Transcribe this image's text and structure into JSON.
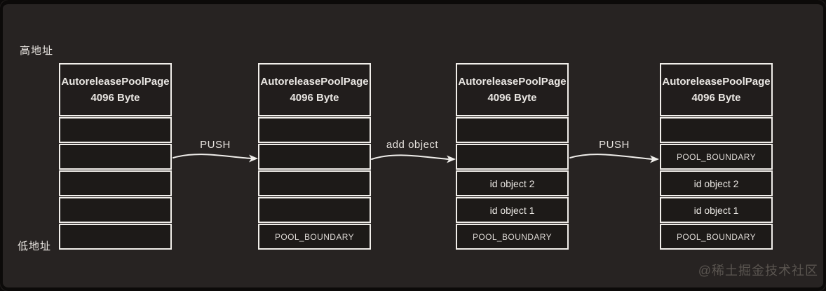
{
  "page": {
    "high_address_label": "高地址",
    "low_address_label": "低地址",
    "watermark": "@稀土掘金技术社区"
  },
  "colors": {
    "background": "#272322",
    "frame": "#0c0a09",
    "cell_fill": "#1d1a18",
    "cell_border": "#f1eeea",
    "text": "#e9e6e2",
    "watermark_text": "#5a5550"
  },
  "boxes": [
    {
      "title_line1": "AutoreleasePoolPage",
      "title_line2": "4096 Byte",
      "rows": [
        "",
        "",
        "",
        "",
        ""
      ]
    },
    {
      "title_line1": "AutoreleasePoolPage",
      "title_line2": "4096 Byte",
      "rows": [
        "",
        "",
        "",
        "",
        "POOL_BOUNDARY"
      ]
    },
    {
      "title_line1": "AutoreleasePoolPage",
      "title_line2": "4096 Byte",
      "rows": [
        "",
        "",
        "id object 2",
        "id object 1",
        "POOL_BOUNDARY"
      ]
    },
    {
      "title_line1": "AutoreleasePoolPage",
      "title_line2": "4096 Byte",
      "rows": [
        "",
        "POOL_BOUNDARY",
        "id object 2",
        "id object 1",
        "POOL_BOUNDARY"
      ]
    }
  ],
  "arrows": [
    {
      "label": "PUSH"
    },
    {
      "label": "add object"
    },
    {
      "label": "PUSH"
    }
  ]
}
